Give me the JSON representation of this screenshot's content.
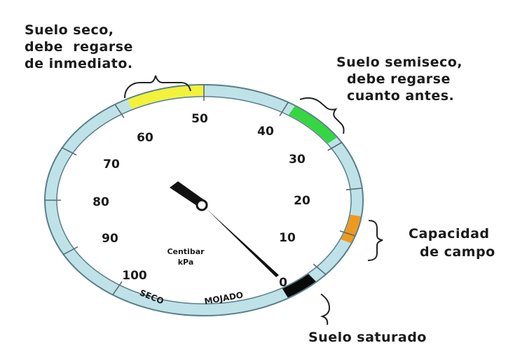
{
  "gauge": {
    "scale_labels": [
      "100",
      "90",
      "80",
      "70",
      "60",
      "50",
      "40",
      "30",
      "20",
      "10",
      "0"
    ],
    "unit_lines": [
      "Centibar",
      "kPa"
    ],
    "dry_word": "SECO",
    "wet_word": "MOJADO",
    "needle_reading": 0,
    "colors": {
      "ring": "#bfe2e9",
      "ring_outline": "#5a7f88",
      "dry_band": "#f2f23a",
      "semidry_band": "#36d642",
      "field_capacity_band": "#ef9a1e",
      "saturated_band": "#0a0a0a",
      "needle": "#111111"
    }
  },
  "annotations": {
    "dry_soil": [
      "Suelo seco,",
      "debe  regarse",
      "de inmediato."
    ],
    "semidry_soil": [
      "Suelo semiseco,",
      "debe regarse",
      "cuanto antes."
    ],
    "field_capacity": [
      "Capacidad",
      "de campo"
    ],
    "saturated_soil": [
      "Suelo saturado"
    ]
  }
}
